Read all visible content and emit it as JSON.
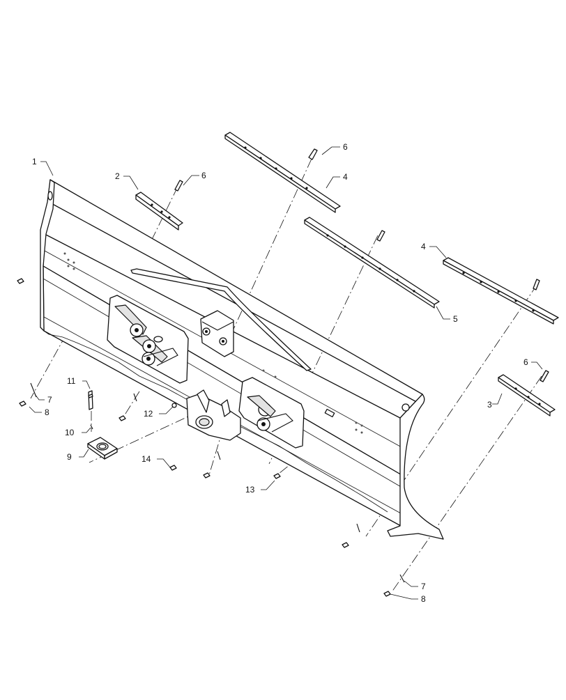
{
  "callouts": {
    "c1": "1",
    "c2": "2",
    "c3": "3",
    "c4a": "4",
    "c4b": "4",
    "c5": "5",
    "c6a": "6",
    "c6b": "6",
    "c6c": "6",
    "c7a": "7",
    "c7b": "7",
    "c8a": "8",
    "c8b": "8",
    "c9": "9",
    "c10": "10",
    "c11": "11",
    "c12": "12",
    "c13": "13",
    "c14": "14"
  }
}
